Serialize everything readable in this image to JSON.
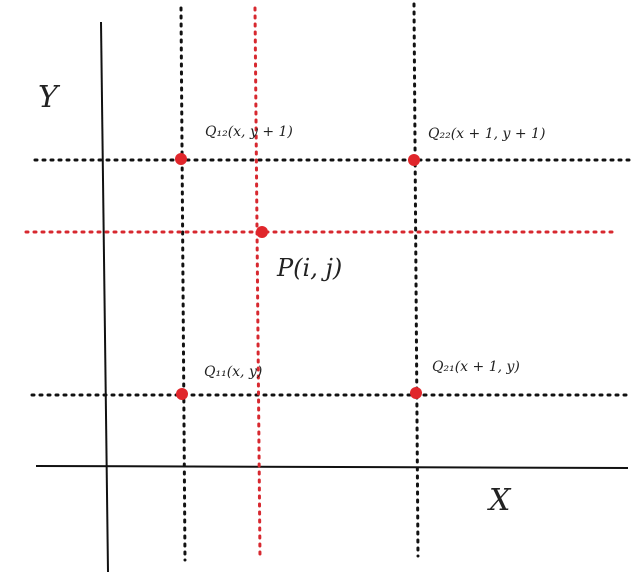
{
  "colors": {
    "axis": "#111111",
    "grid": "#111111",
    "highlight": "#d7282f",
    "point": "#e0262b"
  },
  "axes": {
    "x_label": "X",
    "y_label": "Y"
  },
  "labels": {
    "q12": "Q₁₂(x, y + 1)",
    "q22": "Q₂₂(x + 1, y + 1)",
    "q11": "Q₁₁(x, y)",
    "q21": "Q₂₁(x + 1, y)",
    "p": "P(i, j)"
  }
}
